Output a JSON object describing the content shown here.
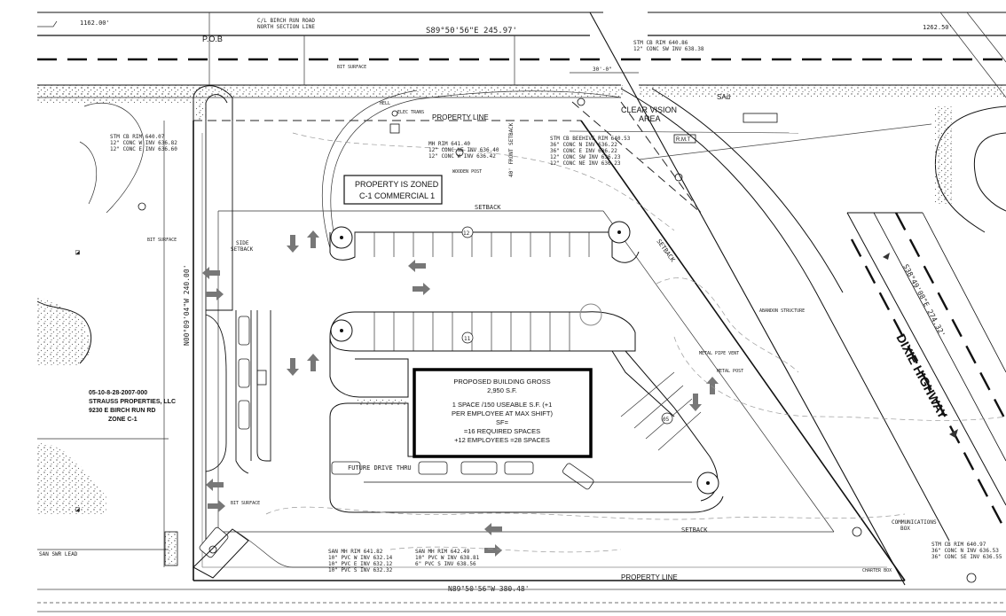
{
  "top": {
    "dist_left": "1162.00'",
    "pob": "P.O.B",
    "section_line_1": "C/L BIRCH RUN ROAD",
    "section_line_2": "NORTH SECTION LINE",
    "bearing_top": "S89°50'56\"E 245.97'",
    "dist_right": "1262.50'",
    "bit_surface": "BIT SURFACE",
    "dim_30": "30'-0\""
  },
  "labels": {
    "property_line_top": "PROPERTY LINE",
    "property_line_bottom": "PROPERTY LINE",
    "clear_vision_1": "CLEAR VISION",
    "clear_vision_2": "AREA",
    "zoned_1": "PROPERTY IS ZONED",
    "zoned_2": "C-1 COMMERCIAL 1",
    "setback_top": "SETBACK",
    "setback_right": "SETBACK",
    "setback_bottom": "SETBACK",
    "side_setback_1": "SIDE",
    "side_setback_2": "SETBACK",
    "future_drive_thru": "FUTURE DRIVE THRU",
    "dixie_highway": "DIXIE HIGHWAY",
    "bearing_left": "N00°09'04\"W 240.00'",
    "bearing_bottom": "N89°50'56\"W 380.48'",
    "bearing_right": "S38°49'08\"E 274.32'",
    "setback_40": "40' FRONT SETBACK",
    "comm_box_1": "COMMUNICATIONS",
    "comm_box_2": "BOX",
    "san_swr_lead": "SAN SWR LEAD",
    "bit_surface_2": "BIT SURFACE",
    "bit_surface_3": "BIT SURFACE",
    "rim_label": "R.M.T",
    "sad": "SAd"
  },
  "building": {
    "line1": "PROPOSED BUILDING GROSS",
    "line2": "2,950 S.F.",
    "line3": "1 SPACE /150 USEABLE S.F. (+1",
    "line4": "PER EMPLOYEE AT MAX SHIFT)",
    "line5": "SF=",
    "line6": "=16 REQUIRED SPACES",
    "line7": "+12 EMPLOYEES =28 SPACES"
  },
  "owner": {
    "line1": "05-10-8-28-2007-000",
    "line2": "STRAUSS PROPERTIES, LLC",
    "line3": "9230 E BIRCH RUN RD",
    "line4": "ZONE C-1"
  },
  "structures": {
    "stm_tl_1": "STM CB RIM 640.07",
    "stm_tl_2": "12\" CONC W INV 636.82",
    "stm_tl_3": "12\" CONC E INV 636.60",
    "stm_tr_1": "STM CB RIM 640.86",
    "stm_tr_2": "12\" CONC SW INV 638.38",
    "mh_1": "MH RIM 641.40",
    "mh_2": "12\" CONC NE INV 636.40",
    "mh_3": "12\" CONC W INV 636.42",
    "bee_1": "STM CB BEEHIVE RIM 640.53",
    "bee_2": "36\" CONC N INV 636.22",
    "bee_3": "36\" CONC E INV 636.22",
    "bee_4": "12\" CONC SW INV 636.23",
    "bee_5": "12\" CONC NE INV 636.23",
    "san1_1": "SAN MH RIM 641.82",
    "san1_2": "10\" PVC W INV 632.14",
    "san1_3": "10\" PVC E INV 632.12",
    "san1_4": "10\" PVC S INV 632.32",
    "san2_1": "SAN MH RIM 642.49",
    "san2_2": "10\" PVC W INV 638.81",
    "san2_3": "6\" PVC S INV 638.56",
    "stm_br_1": "STM CB RIM 640.97",
    "stm_br_2": "36\" CONC N INV 636.53",
    "stm_br_3": "36\" CONC SE INV 636.55",
    "wood_post": "WOODEN POST",
    "metal_post": "METAL POST",
    "hell": "HELL",
    "elec_trans": "ELEC TRANS",
    "abandon": "ABANDON STRUCTURE",
    "metal_vent": "METAL PIPE VENT",
    "charter": "CHARTER BOX"
  },
  "stall_numbers": [
    "12",
    "11",
    "05"
  ],
  "colors": {
    "ink": "#111111",
    "building_outline": "#000000",
    "stipple": "#555555"
  }
}
